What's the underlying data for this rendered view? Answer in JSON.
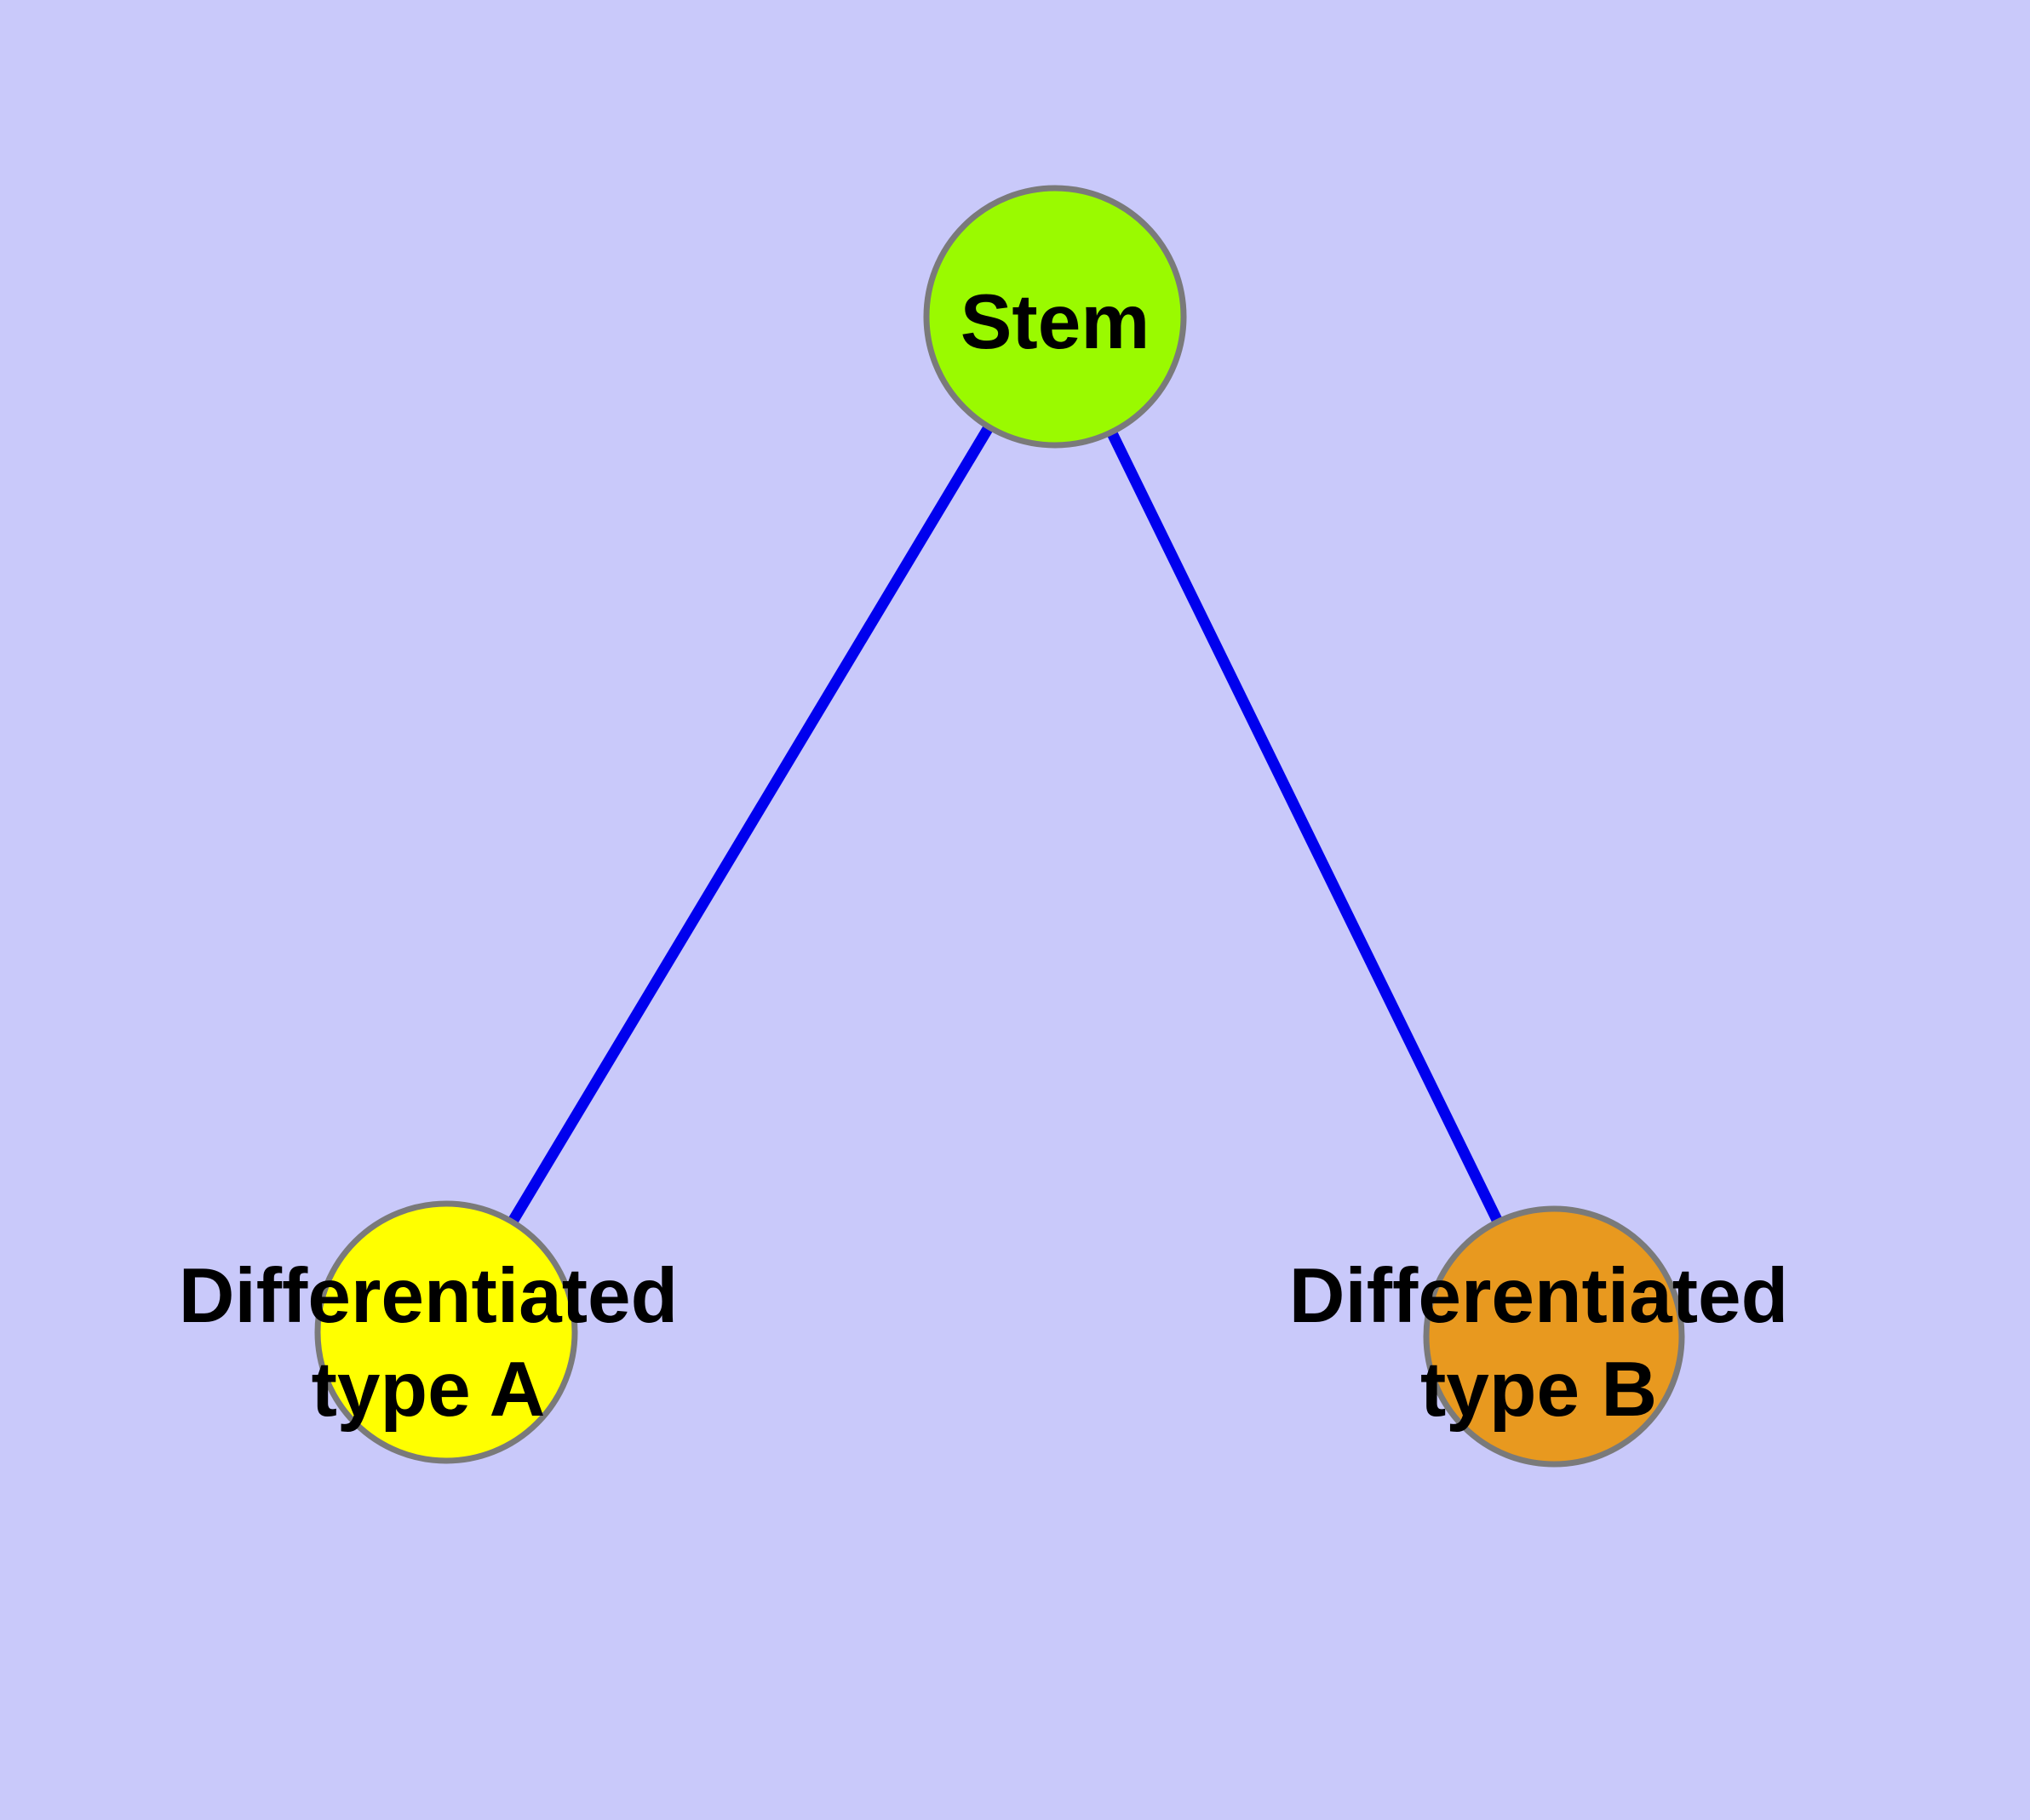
{
  "diagram": {
    "title": "stem-cell-differentiation-graph",
    "background_color": "#c9c9fa",
    "edge_color": "#0000ee",
    "node_border_color": "#7a7a7a",
    "label_color": "#000000",
    "nodes": {
      "stem": {
        "label": "Stem",
        "fill": "#9afa00"
      },
      "type_a": {
        "label_line1": "Differentiated",
        "label_line2": "type A",
        "fill": "#ffff00"
      },
      "type_b": {
        "label_line1": "Differentiated",
        "label_line2": "type B",
        "fill": "#e8991f"
      }
    },
    "edges": [
      {
        "from": "Stem",
        "to": "Differentiated type A"
      },
      {
        "from": "Stem",
        "to": "Differentiated type B"
      }
    ]
  }
}
